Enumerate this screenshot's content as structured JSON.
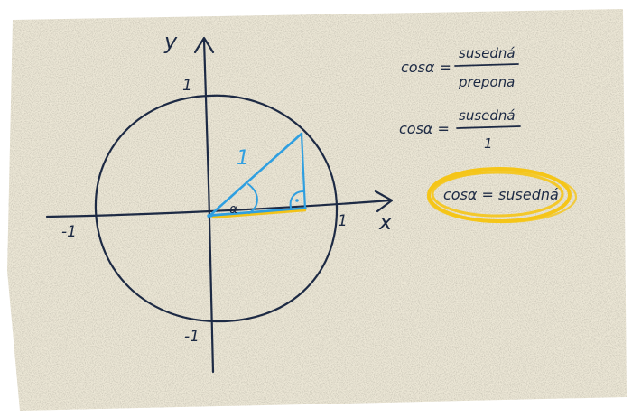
{
  "diagram": {
    "axis_labels": {
      "x": "x",
      "y": "y"
    },
    "ticks": {
      "x_positive": "1",
      "x_negative": "-1",
      "y_positive": "1",
      "y_negative": "-1"
    },
    "hypotenuse_label": "1",
    "angle_symbol": "α",
    "right_angle_mark": "."
  },
  "formulas": {
    "definition": {
      "lhs": "cosα =",
      "numerator": "susedná",
      "denominator": "prepona"
    },
    "substituted": {
      "lhs": "cosα =",
      "numerator": "susedná",
      "denominator": "1"
    },
    "result": "cosα = susedná"
  },
  "colors": {
    "paper": "#ece7d6",
    "ink": "#1d2a44",
    "triangle": "#2f9fe0",
    "adjacent_side": "#f3c318",
    "highlight": "#f5c518"
  }
}
